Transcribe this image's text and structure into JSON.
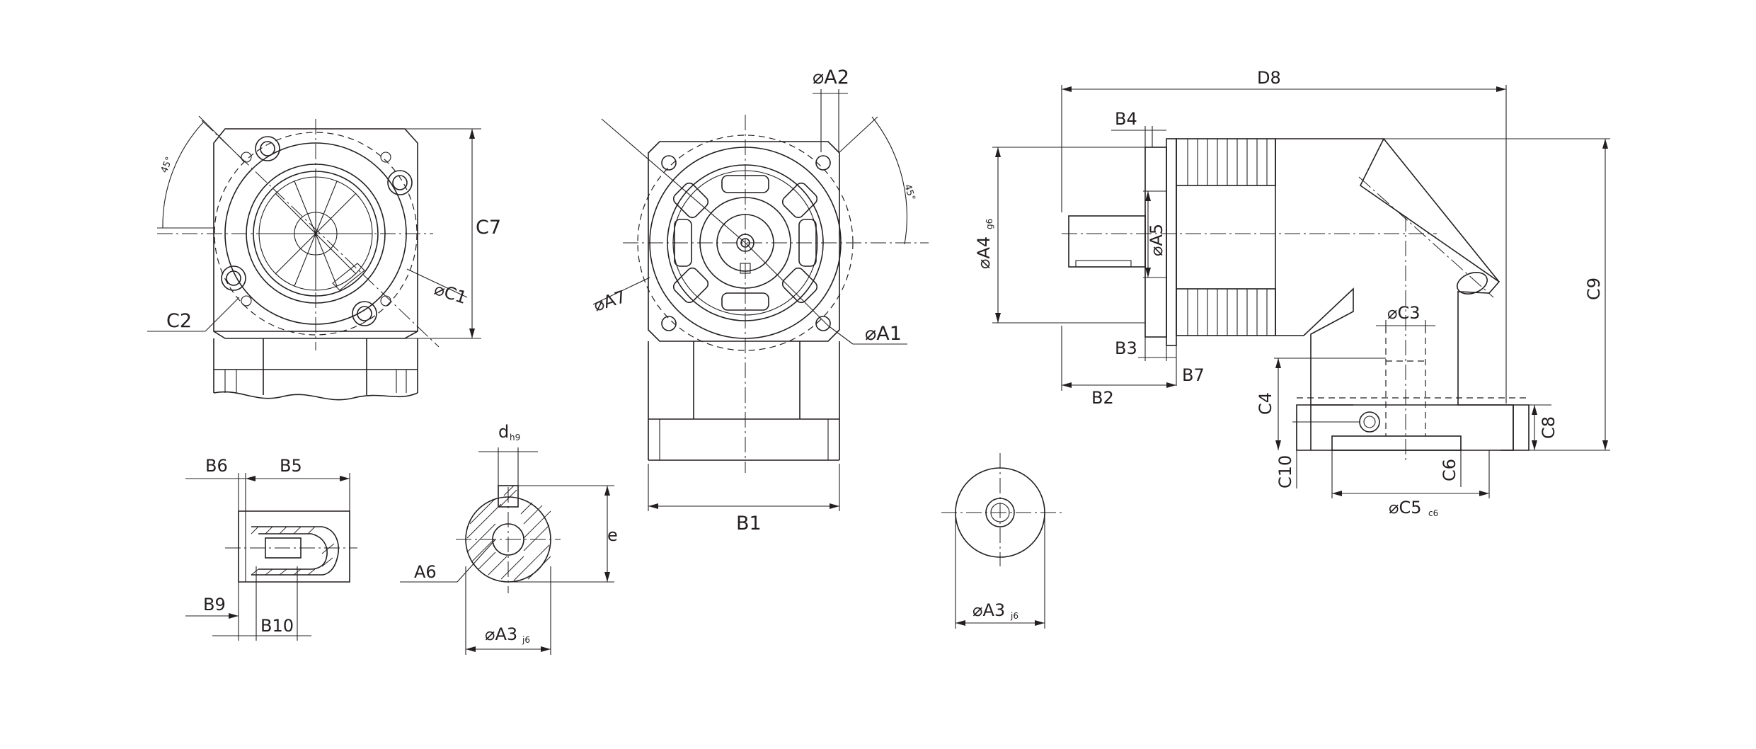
{
  "labels": {
    "C7": "C7",
    "C1": "⌀C1",
    "C2": "C2",
    "A2": "⌀A2",
    "A7": "⌀A7",
    "A1": "⌀A1",
    "B1": "B1",
    "D8": "D8",
    "B4": "B4",
    "A4": "⌀A4",
    "A4_sub": "g6",
    "A5": "⌀A5",
    "B3": "B3",
    "B7": "B7",
    "B2": "B2",
    "C3": "⌀C3",
    "C4": "C4",
    "C8": "C8",
    "C9": "C9",
    "C10": "C10",
    "C6": "C6",
    "C5": "⌀C5",
    "C5_sub": "c6",
    "B6": "B6",
    "B5": "B5",
    "B9": "B9",
    "B10": "B10",
    "d": "d",
    "d_sub": "h9",
    "e": "e",
    "A6": "A6",
    "A3_key": "⌀A3",
    "A3_key_sub": "j6",
    "A3_plain": "⌀A3",
    "A3_plain_sub": "j6",
    "angle_left": "45°",
    "angle_right": "45°"
  }
}
